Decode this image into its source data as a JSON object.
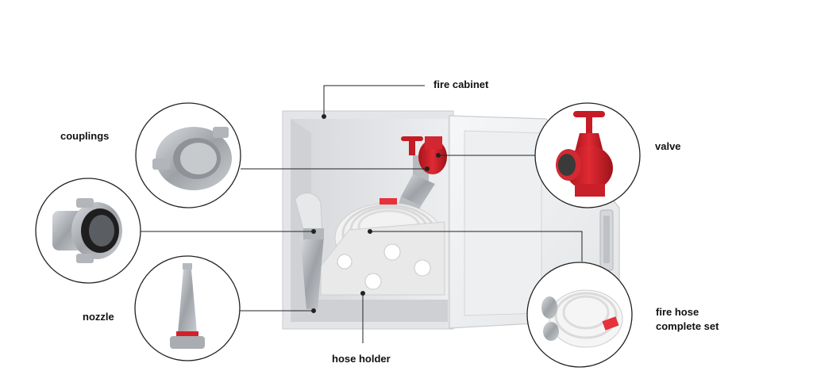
{
  "labels": {
    "fire_cabinet": "fire cabinet",
    "couplings": "couplings",
    "valve": "valve",
    "nozzle": "nozzle",
    "fire_hose_line1": "fire hose",
    "fire_hose_line2": "complete set",
    "hose_holder": "hose holder"
  },
  "colors": {
    "leader_line": "#222222",
    "cabinet_body": "#e9eaec",
    "cabinet_interior": "#dcdde0",
    "valve_red": "#d4202a",
    "metal": "#a9adb2",
    "hose_white": "#f3f3f3",
    "hose_red_band": "#e6323a"
  }
}
